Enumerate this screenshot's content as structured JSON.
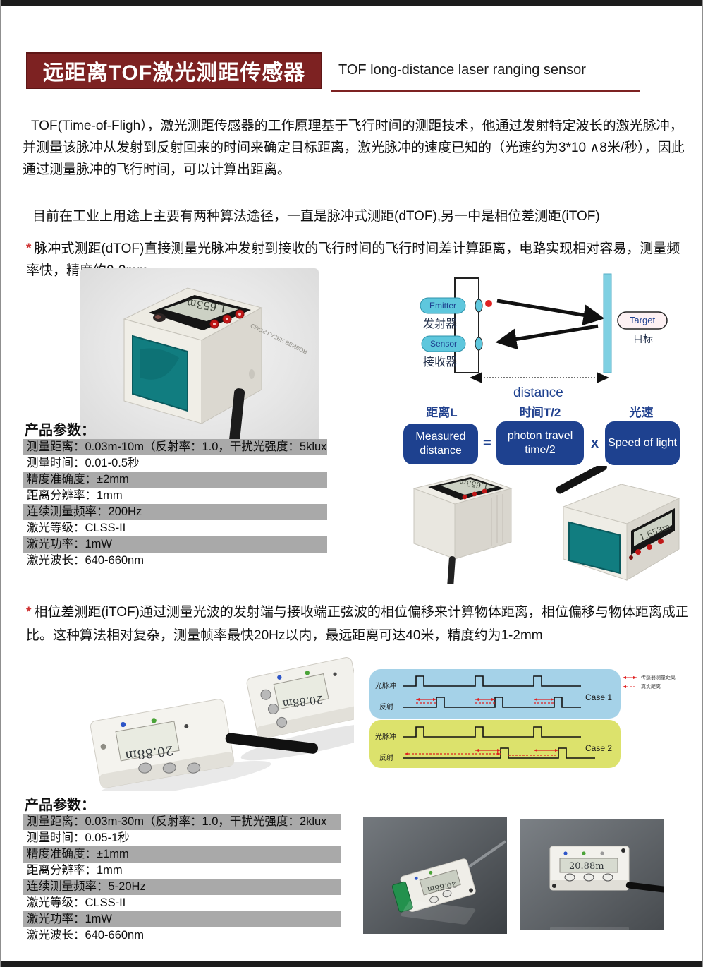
{
  "header": {
    "title_cn": "远距离TOF激光测距传感器",
    "title_en": "TOF long-distance laser ranging sensor"
  },
  "intro": {
    "text": "TOF(Time-of-Fligh），激光测距传感器的工作原理基于飞行时间的测距技术，他通过发射特定波长的激光脉冲，并测量该脉冲从发射到反射回来的时间来确定目标距离，激光脉冲的速度已知的（光速约为3*10 ∧8米/秒），因此通过测量脉冲的飞行时间，可以计算出距离。"
  },
  "methods": {
    "text": "目前在工业上用途上主要有两种算法途径，一直是脉冲式测距(dTOF),另一中是相位差测距(iTOF)"
  },
  "dtof": {
    "star": "*",
    "text": "脉冲式测距(dTOF)直接测量光脉冲发射到接收的飞行时间的飞行时间差计算距离，电路实现相对容易，测量频率快，精度约2-3mm"
  },
  "itof": {
    "star": "*",
    "text": "相位差测距(iTOF)通过测量光波的发射端与接收端正弦波的相位偏移来计算物体距离，相位偏移与物体距离成正比。这种算法相对复杂，测量帧率最快20Hz以内，最远距离可达40米，精度约为1-2mm"
  },
  "diagram": {
    "emitter_en": "Emitter",
    "emitter_cn": "发射器",
    "receiver_en": "Sensor",
    "receiver_cn": "接收器",
    "target_en": "Target",
    "target_cn": "目标",
    "distance_label": "distance"
  },
  "formula": {
    "label_distance": "距离L",
    "label_time": "时间T/2",
    "label_speed": "光速",
    "measured": "Measured distance",
    "equals": "=",
    "time": "photon travel time/2",
    "times": "x",
    "speed": "Speed of light"
  },
  "params1": {
    "title": "产品参数：",
    "rows": [
      "测量距离：0.03m-10m（反射率：1.0，干扰光强度：5klux",
      "测量时间：0.01-0.5秒",
      "精度准确度：±2mm",
      "距离分辨率：1mm",
      "连续测量频率：200Hz",
      "激光等级：CLSS-II",
      "激光功率：1mW",
      "激光波长：640-660nm"
    ]
  },
  "params2": {
    "title": "产品参数：",
    "rows": [
      "测量距离：0.03m-30m（反射率：1.0，干扰光强度：2klux",
      "测量时间：0.05-1秒",
      "精度准确度：±1mm",
      "距离分辨率：1mm",
      "连续测量频率：5-20Hz",
      "激光等级：CLSS-II",
      "激光功率：1mW",
      "激光波长：640-660nm"
    ]
  },
  "waveform": {
    "case1": "Case 1",
    "case2": "Case 2",
    "pulse": "光脉冲",
    "reflect": "反射",
    "legend_measured": "传感器测量距离",
    "legend_true": "真实距离"
  },
  "devices": {
    "dtof_display": "1.653m",
    "itof_display": "20.88m",
    "label": "CMOS LASER SENSOR"
  },
  "colors": {
    "accent_red": "#7d2222",
    "navy": "#1e418f",
    "case1_bg": "#a5d2e8",
    "case2_bg": "#dce26c",
    "row_gray": "#a9a9a9"
  }
}
